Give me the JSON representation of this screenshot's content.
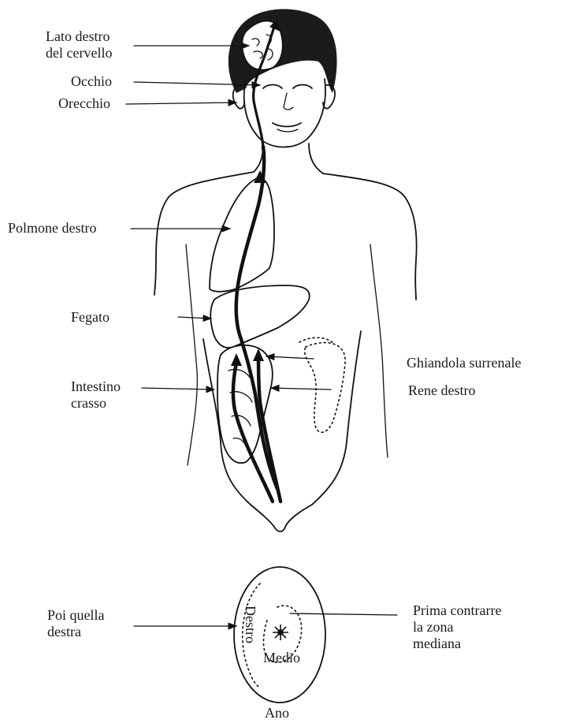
{
  "labels": {
    "brain": [
      "Lato destro",
      "del cervello"
    ],
    "eye": "Occhio",
    "ear": "Orecchio",
    "lung": "Polmone destro",
    "liver": "Fegato",
    "adrenal": "Ghiandola surrenale",
    "intestine": [
      "Intestino",
      "crasso"
    ],
    "kidney": "Rene destro",
    "then_right": [
      "Poi quella",
      "destra"
    ],
    "first_middle": [
      "Prima contrarre",
      "la zona",
      "mediana"
    ],
    "right_side": "Destro",
    "middle": "Medio",
    "anus": "Ano"
  }
}
